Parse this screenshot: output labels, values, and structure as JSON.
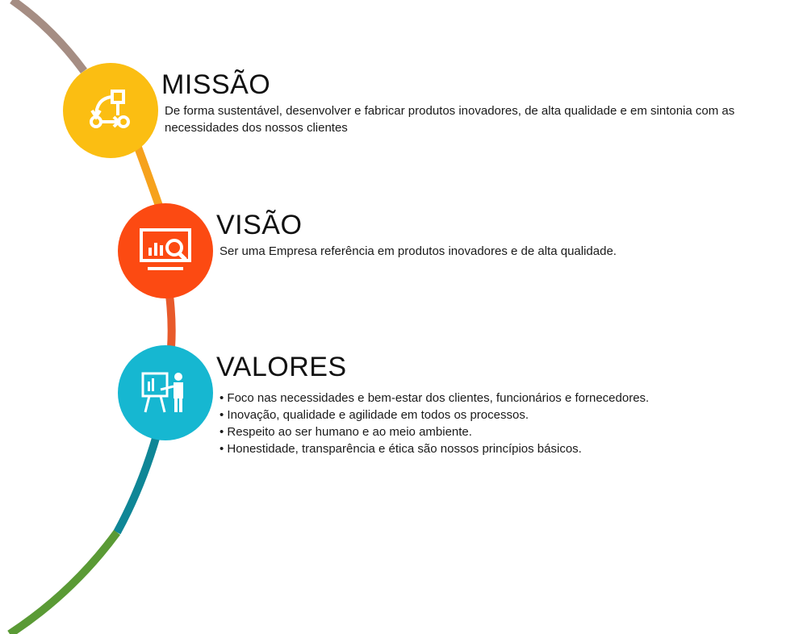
{
  "colors": {
    "arc_top": "#a58d83",
    "arc_mid_orange": "#f6a21d",
    "arc_mid_red": "#e85a2b",
    "arc_teal": "#0f8696",
    "arc_green": "#5a9a35",
    "missao": "#fbbe12",
    "visao": "#fc4a12",
    "valores": "#16b7d1",
    "icon": "#ffffff"
  },
  "sections": [
    {
      "id": "missao",
      "title": "MISSÃO",
      "icon": "workflow-icon",
      "text": "De forma sustentável, desenvolver e fabricar produtos inovadores, de alta qualidade e em sintonia com as necessidades dos nossos clientes"
    },
    {
      "id": "visao",
      "title": "VISÃO",
      "icon": "monitor-analytics-icon",
      "text": "Ser uma Empresa referência em produtos inovadores e de alta qualidade."
    },
    {
      "id": "valores",
      "title": "VALORES",
      "icon": "presentation-icon",
      "items": [
        "Foco nas necessidades e bem-estar dos clientes, funcionários e fornecedores.",
        "Inovação, qualidade e agilidade em todos os processos.",
        "Respeito ao ser humano e ao meio ambiente.",
        "Honestidade, transparência e ética são nossos princípios básicos."
      ]
    }
  ]
}
